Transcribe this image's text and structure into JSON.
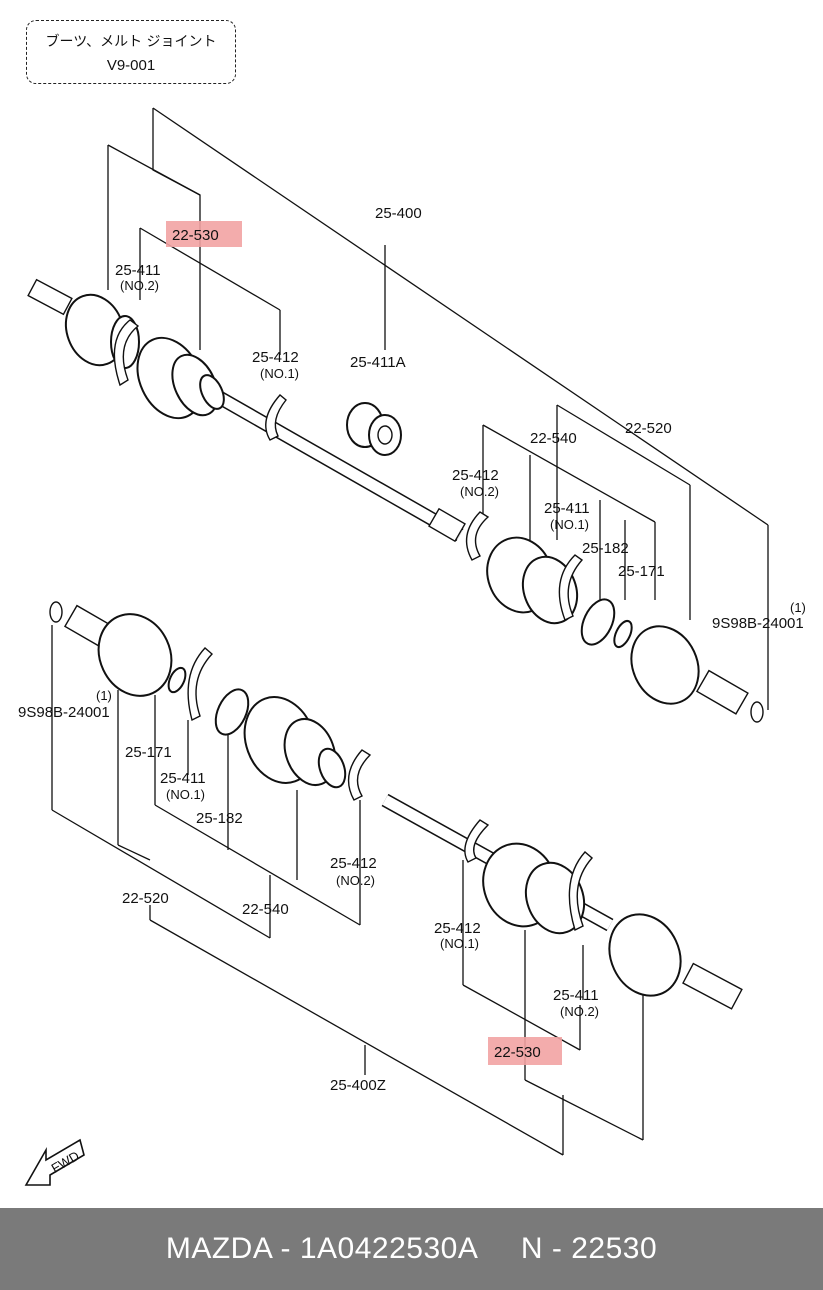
{
  "header": {
    "title_jp": "ブーツ、メルト ジョイント",
    "code": "V9-001"
  },
  "labels": {
    "upper": {
      "assembly": "25-400",
      "boot_kit_highlight": "22-530",
      "band_no2": "25-411",
      "band_no2_sub": "(NO.2)",
      "clip_no1": "25-412",
      "clip_no1_sub": "(NO.1)",
      "damper": "25-411A",
      "kit_22520": "22-520",
      "kit_22540": "22-540",
      "clip_no2": "25-412",
      "clip_no2_sub": "(NO.2)",
      "band_no1": "25-411",
      "band_no1_sub": "(NO.1)",
      "part_25182": "25-182",
      "part_25171": "25-171",
      "snap_ring_qty": "(1)",
      "snap_ring": "9S98B-24001"
    },
    "lower": {
      "snap_ring_qty": "(1)",
      "snap_ring": "9S98B-24001",
      "part_25171": "25-171",
      "band_no1": "25-411",
      "band_no1_sub": "(NO.1)",
      "part_25182": "25-182",
      "clip_no2": "25-412",
      "clip_no2_sub": "(NO.2)",
      "kit_22520": "22-520",
      "kit_22540": "22-540",
      "clip_no1": "25-412",
      "clip_no1_sub": "(NO.1)",
      "band_no2": "25-411",
      "band_no2_sub": "(NO.2)",
      "boot_kit_highlight": "22-530",
      "assembly": "25-400Z"
    },
    "fwd": "FWD"
  },
  "footer": {
    "text": "MAZDA - 1A0422530A     N - 22530"
  },
  "colors": {
    "highlight": "#f2a3a3",
    "footer_bg": "#7a7a7a",
    "footer_text": "#ffffff"
  }
}
